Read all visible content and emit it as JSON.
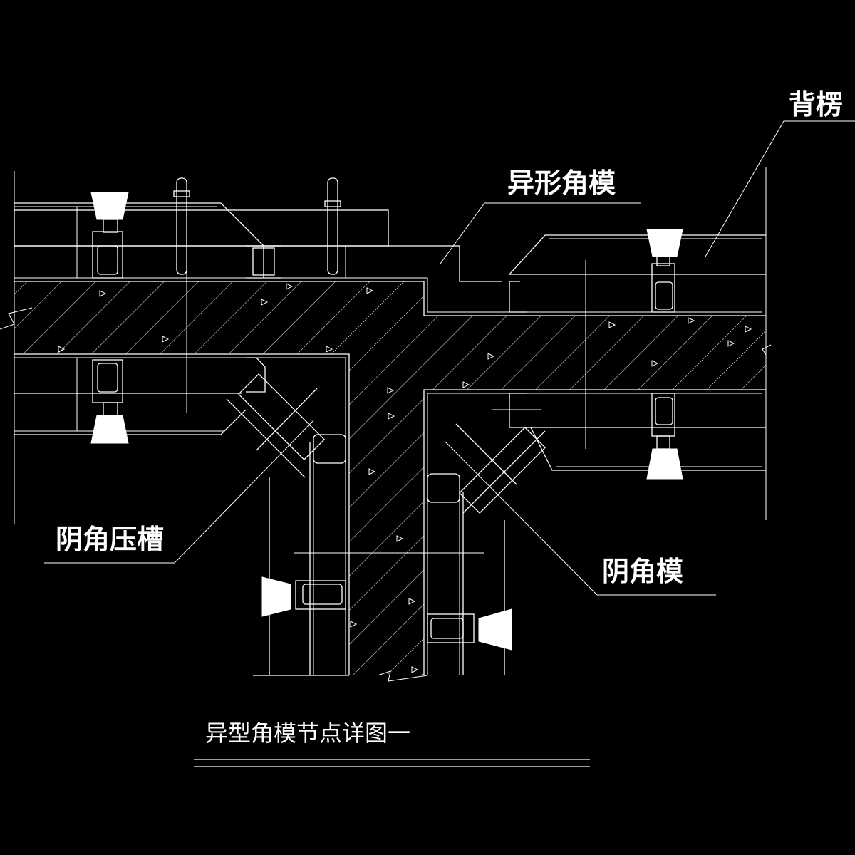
{
  "labels": {
    "back_rib": "背楞",
    "special_corner_form": "异形角模",
    "inner_corner_groove": "阴角压槽",
    "inner_corner_form": "阴角模"
  },
  "caption": "异型角模节点详图一"
}
